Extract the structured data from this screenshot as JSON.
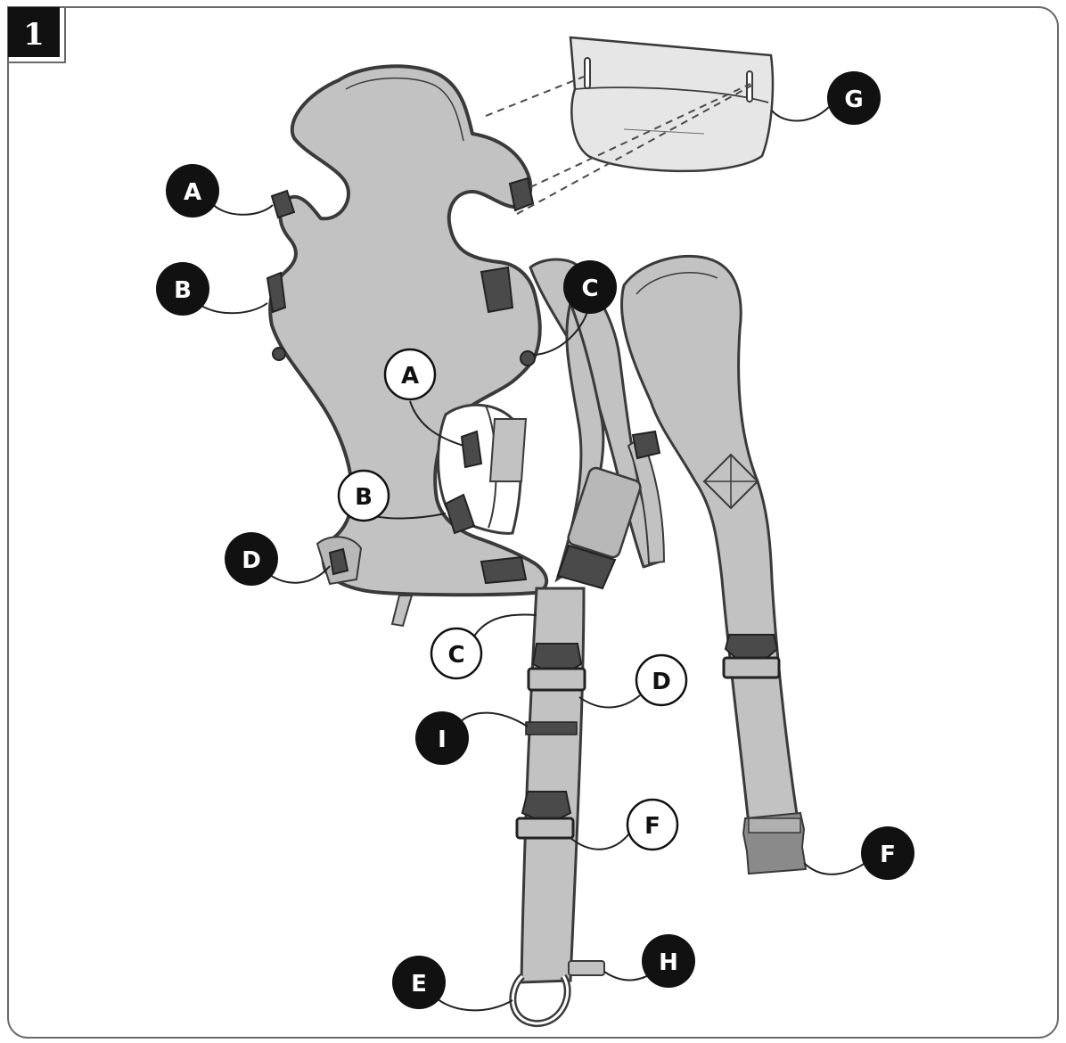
{
  "step": "1",
  "colors": {
    "frame": "#6a6a6a",
    "fabric": "#c2c2c2",
    "fabric_dark": "#a8a8a8",
    "outline": "#3a3a3a",
    "label_dark": "#111111",
    "label_light": "#ffffff",
    "buckle": "#4a4a4a",
    "hood": "#e6e6e6"
  },
  "labels_dark": {
    "A": "A",
    "B": "B",
    "C": "C",
    "D": "D",
    "E": "E",
    "F": "F",
    "G": "G",
    "H": "H",
    "I": "I"
  },
  "labels_light": {
    "A": "A",
    "B": "B",
    "C": "C",
    "D": "D",
    "F": "F"
  }
}
